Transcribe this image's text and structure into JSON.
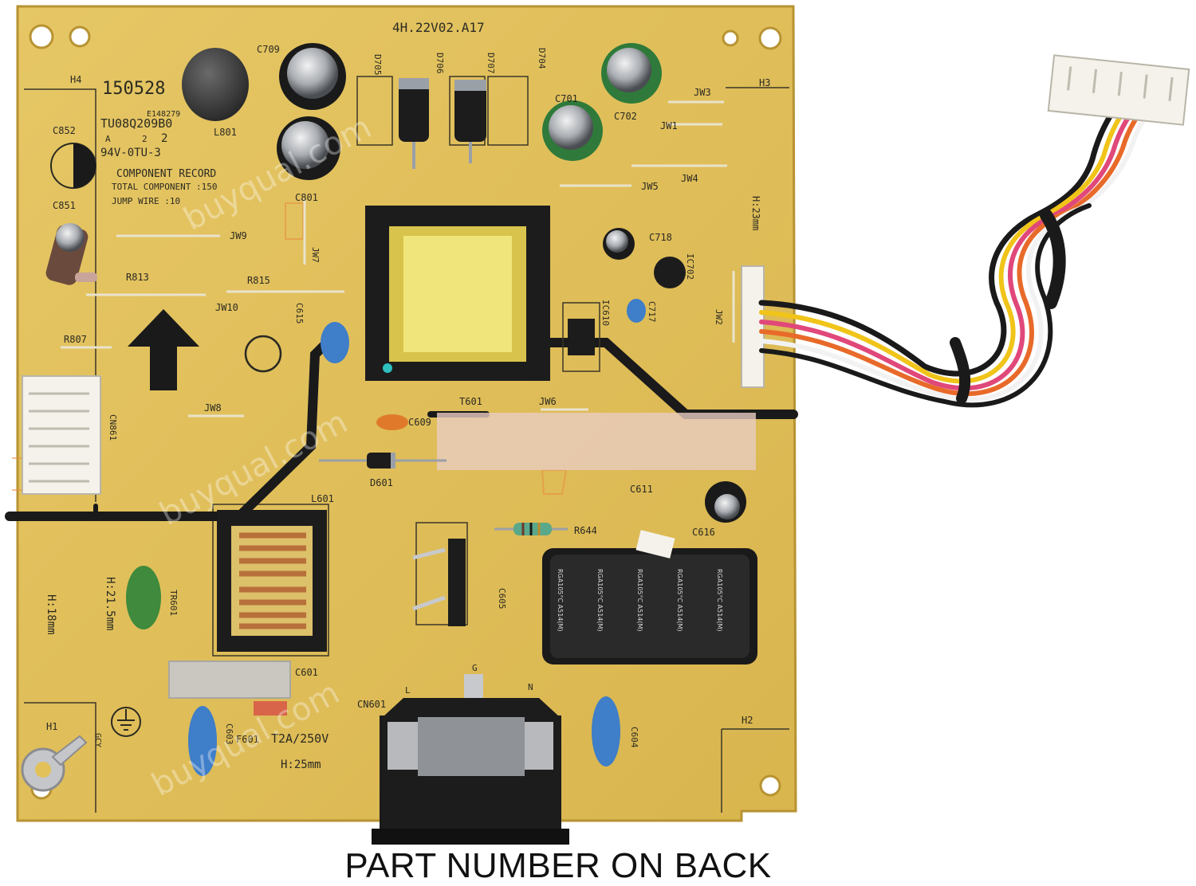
{
  "colors": {
    "board": "#e2c15a",
    "board_edge": "#c9a43c",
    "silkscreen": "#2b2a22",
    "trace": "#1a1a1a",
    "cap_blue": "#3f7ec8",
    "cap_green": "#2f7a3a",
    "cap_black": "#1a1a1a"
  },
  "board": {
    "part_code": "4H.22V02.A17",
    "pcb_id": "TU08Q209B0",
    "lot_code": "150528",
    "ul_file": "E148279",
    "rev_boxes": [
      "A",
      "2"
    ],
    "rev_circle": "2",
    "flammability": "94V-0TU-3",
    "component_record": "COMPONENT RECORD",
    "total_component": "TOTAL COMPONENT :150",
    "jump_wire": "JUMP WIRE :10",
    "fuse_rating": "T2A/250V",
    "height_notes": [
      "H:23mm",
      "H:21.5mm",
      "H:18mm",
      "H:25mm"
    ],
    "gnd_label": "GCY",
    "connector_pins": [
      "L",
      "G",
      "N"
    ],
    "cap_sleeve_text": "RGA105°C A514(M)",
    "designators": {
      "H4": "H4",
      "H3": "H3",
      "H1": "H1",
      "H2": "H2",
      "C709": "C709",
      "D705": "D705",
      "D706": "D706",
      "D707": "D707",
      "D704": "D704",
      "C701": "C701",
      "C702": "C702",
      "JW3": "JW3",
      "JW1": "JW1",
      "JW4": "JW4",
      "JW5": "JW5",
      "C852": "C852",
      "L801": "L801",
      "C801": "C801",
      "C851": "C851",
      "JW9": "JW9",
      "JW7": "JW7",
      "R813": "R813",
      "R815": "R815",
      "JW10": "JW10",
      "C615": "C615",
      "R807": "R807",
      "C718": "C718",
      "IC702": "IC702",
      "C717": "C717",
      "IC610": "IC610",
      "JW2": "JW2",
      "T601": "T601",
      "JW6": "JW6",
      "JW8": "JW8",
      "CN861": "CN861",
      "C609": "C609",
      "D601": "D601",
      "C611": "C611",
      "L601": "L601",
      "R644": "R644",
      "C616": "C616",
      "TR601": "TR601",
      "C605": "C605",
      "C601": "C601",
      "CN601": "CN601",
      "C603": "C603",
      "F601": "F601",
      "C604": "C604"
    }
  },
  "watermark": "buyqual.com",
  "caption": "PART NUMBER ON BACK"
}
